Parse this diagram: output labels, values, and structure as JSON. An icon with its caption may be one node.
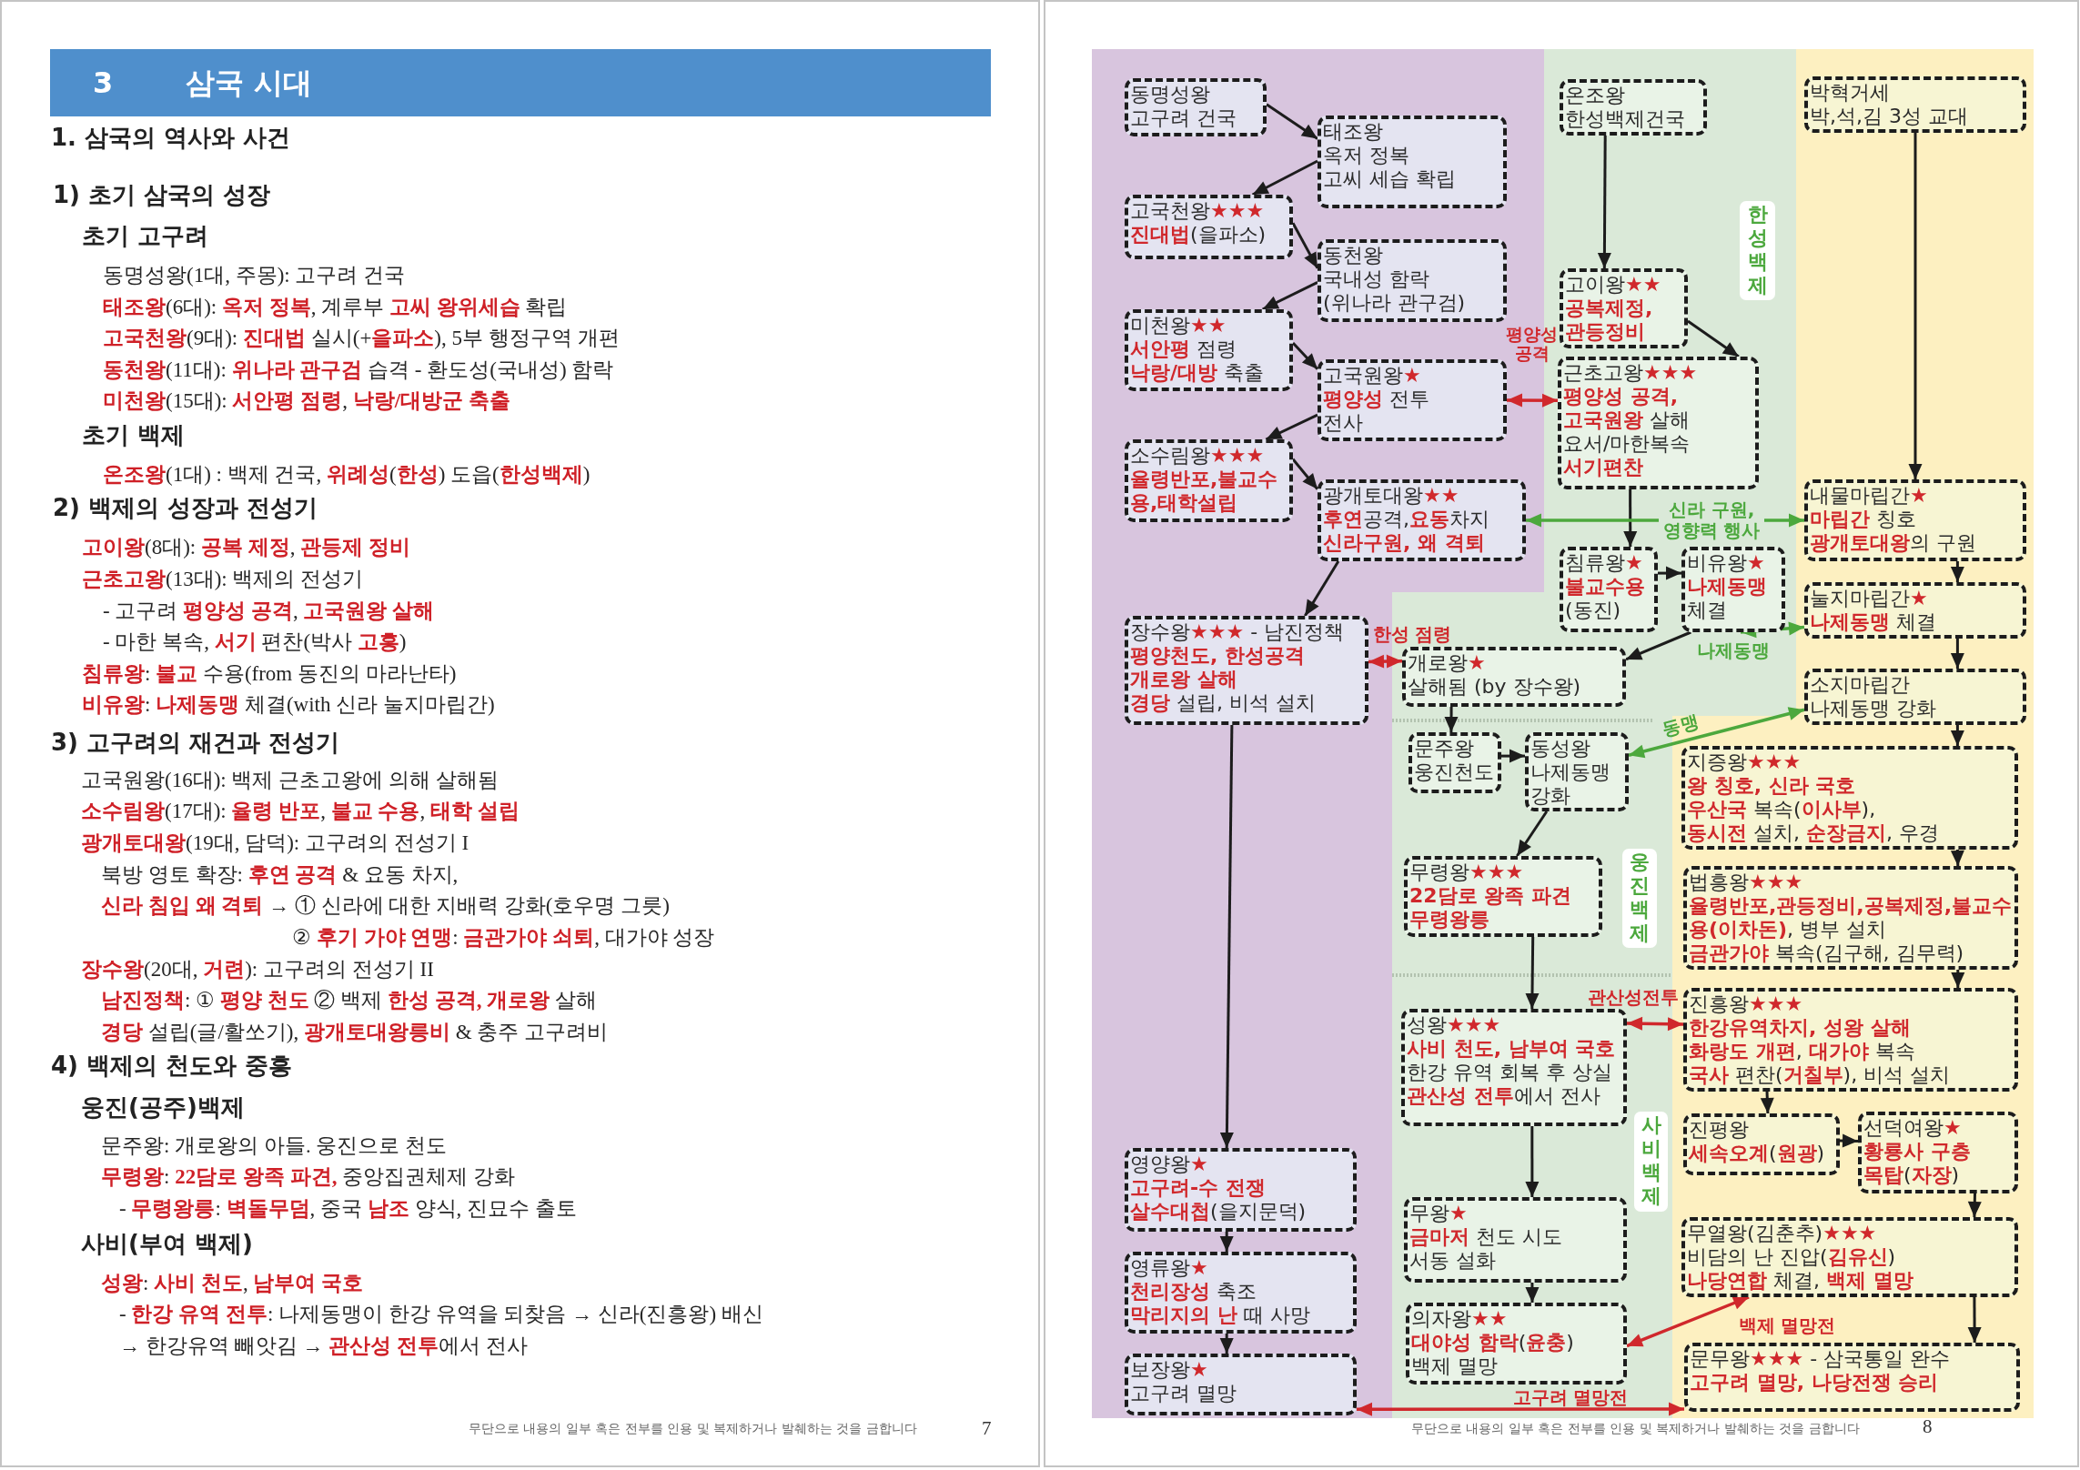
{
  "diagram": {
    "title": "삼국 시대",
    "nodes": [
      {
        "text": [
          "동명성왕",
          "고구려 건국"
        ]
      },
      {
        "text": [
          "태조왕",
          "옥저 정복",
          "고씨 세습 확립"
        ]
      },
      {
        "text": [
          "고국천왕**★★★**",
          "**진대법**(을파소)"
        ]
      },
      {
        "text": [
          "동천왕",
          "국내성 함락",
          "(위나라 관구검)"
        ]
      },
      {
        "text": [
          "미천왕**★★**",
          "**서안평** 점령",
          "**낙랑/대방** 축출"
        ]
      },
      {
        "text": [
          "고국원왕**★**",
          "**평양성** 전투",
          "전사"
        ]
      },
      {
        "text": [
          "소수림왕**★★★**",
          "**율령반포,불교수용,태학설립**"
        ]
      },
      {
        "text": [
          "광개토대왕**★★**",
          "**후연**공격,**요동**차지",
          "**신라구원, 왜 격퇴**"
        ]
      },
      {
        "text": [
          "장수왕**★★★** - 남진정책",
          "**평양천도, 한성공격**",
          "**개로왕 살해**",
          "**경당** 설립, 비석 설치"
        ]
      },
      {
        "text": [
          "영양왕**★**",
          "**고구려-수 전쟁**",
          "**살수대첩**(을지문덕)"
        ]
      },
      {
        "text": [
          "영류왕**★**",
          "**천리장성** 축조",
          "**막리지의 난** 때 사망"
        ]
      },
      {
        "text": [
          "보장왕**★**",
          "고구려 멸망"
        ]
      },
      {
        "text": [
          "온조왕",
          "한성백제건국"
        ]
      },
      {
        "text": [
          "고이왕**★★**",
          "**공복제정,**",
          "**관등정비**"
        ]
      },
      {
        "text": [
          "근초고왕**★★★**",
          "**평양성 공격,**",
          "**고국원왕** 살해",
          "요서/마한복속",
          "**서기편찬**"
        ]
      },
      {
        "text": [
          "침류왕**★**",
          "**불교수용**",
          "(동진)"
        ]
      },
      {
        "text": [
          "비유왕**★**",
          "**나제동맹**",
          "체결"
        ]
      },
      {
        "text": [
          "개로왕**★**",
          "살해됨 (by 장수왕)"
        ]
      },
      {
        "text": [
          "문주왕",
          "웅진천도"
        ]
      },
      {
        "text": [
          "동성왕",
          "나제동맹",
          "강화"
        ]
      },
      {
        "text": [
          "무령왕**★★★**",
          "**22담로 왕족 파견**",
          "**무령왕릉**"
        ]
      },
      {
        "text": [
          "성왕**★★★**",
          "**사비 천도, 남부여 국호**",
          "한강 유역 회복 후 상실",
          "**관산성 전투**에서 전사"
        ]
      },
      {
        "text": [
          "무왕**★**",
          "**금마저** 천도 시도",
          "서동 설화"
        ]
      },
      {
        "text": [
          "의자왕**★★**",
          "**대야성 함락**(**윤충**)",
          "백제 멸망"
        ]
      },
      {
        "text": [
          "한성백제"
        ]
      },
      {
        "text": [
          "웅진백제"
        ]
      },
      {
        "text": [
          "사비백제"
        ]
      },
      {
        "text": [
          "박혁거세",
          "박,석,김 3성 교대"
        ]
      },
      {
        "text": [
          "내물마립간**★**",
          "**마립간** 칭호",
          "**광개토대왕**의 구원"
        ]
      },
      {
        "text": [
          "눌지마립간**★**",
          "**나제동맹** 체결"
        ]
      },
      {
        "text": [
          "소지마립간",
          "나제동맹 강화"
        ]
      },
      {
        "text": [
          "지증왕**★★★**",
          "**왕 칭호, 신라 국호**",
          "**우산국** 복속(**이사부**),",
          "**동시전** 설치, **순장금지**, 우경"
        ]
      },
      {
        "text": [
          "법흥왕**★★★**",
          "**율령반포,관등정비,공복제정,불교수용(이차돈)**, 병부 설치",
          "**금관가야** 복속(김구해, 김무력)"
        ]
      },
      {
        "text": [
          "진흥왕**★★★**",
          "**한강유역차지, 성왕 살해**",
          "**화랑도 개편**, **대가야** 복속",
          "**국사** 편찬(**거칠부**), 비석 설치"
        ]
      },
      {
        "text": [
          "진평왕",
          "**세속오계**(**원광**)"
        ]
      },
      {
        "text": [
          "선덕여왕**★**",
          "**황룡사 구층**",
          "**목탑**(**자장**)"
        ]
      },
      {
        "text": [
          "무열왕(김춘추)**★★★**",
          "비담의 난 진압(**김유신**)",
          "**나당연합** 체결, **백제 멸망**"
        ]
      },
      {
        "text": [
          "문무왕**★★★** - 삼국통일 완수",
          "**고구려 멸망, 나당전쟁 승리**"
        ]
      }
    ],
    "edges": [
      {
        "from": 0,
        "to": 1,
        "arrow": "to"
      },
      {
        "from": 1,
        "to": 2,
        "arrow": "to"
      },
      {
        "from": 2,
        "to": 3,
        "arrow": "to"
      },
      {
        "from": 3,
        "to": 4,
        "arrow": "to"
      },
      {
        "from": 4,
        "to": 5,
        "arrow": "to"
      },
      {
        "from": 5,
        "to": 6,
        "arrow": "to"
      },
      {
        "from": 6,
        "to": 7,
        "arrow": "to"
      },
      {
        "from": 7,
        "to": 8,
        "arrow": "to"
      },
      {
        "from": 8,
        "to": 9,
        "arrow": "to"
      },
      {
        "from": 9,
        "to": 10,
        "arrow": "to"
      },
      {
        "from": 10,
        "to": 11,
        "arrow": "to"
      },
      {
        "from": 12,
        "to": 13,
        "arrow": "to"
      },
      {
        "from": 13,
        "to": 14,
        "arrow": "to"
      },
      {
        "from": 14,
        "to": 15,
        "arrow": "to"
      },
      {
        "from": 15,
        "to": 16,
        "arrow": "to"
      },
      {
        "from": 16,
        "to": 17,
        "arrow": "to"
      },
      {
        "from": 17,
        "to": 18,
        "arrow": "to"
      },
      {
        "from": 18,
        "to": 19,
        "arrow": "to"
      },
      {
        "from": 19,
        "to": 20,
        "arrow": "to"
      },
      {
        "from": 20,
        "to": 21,
        "arrow": "to"
      },
      {
        "from": 21,
        "to": 22,
        "arrow": "to"
      },
      {
        "from": 22,
        "to": 23,
        "arrow": "to"
      },
      {
        "from": 27,
        "to": 28,
        "arrow": "to"
      },
      {
        "from": 28,
        "to": 29,
        "arrow": "to"
      },
      {
        "from": 29,
        "to": 30,
        "arrow": "to"
      },
      {
        "from": 30,
        "to": 31,
        "arrow": "to"
      },
      {
        "from": 31,
        "to": 32,
        "arrow": "to"
      },
      {
        "from": 32,
        "to": 33,
        "arrow": "to"
      },
      {
        "from": 33,
        "to": 34,
        "arrow": "to"
      },
      {
        "from": 34,
        "to": 35,
        "arrow": "to"
      },
      {
        "from": 35,
        "to": 36,
        "arrow": "to"
      },
      {
        "from": 36,
        "to": 37,
        "arrow": "to"
      },
      {
        "from": 5,
        "to": 14,
        "arrow": "both",
        "label": "평양성 공격",
        "color": "#d0282c"
      },
      {
        "from": 7,
        "to": 28,
        "arrow": "both",
        "label": "신라 구원, 영향력 행사",
        "color": "#4ca83d"
      },
      {
        "from": 8,
        "to": 17,
        "arrow": "both",
        "label": "한성 점령",
        "color": "#d0282c"
      },
      {
        "from": 16,
        "to": 29,
        "arrow": "both",
        "label": "나제동맹",
        "color": "#4ca83d"
      },
      {
        "from": 19,
        "to": 30,
        "arrow": "both",
        "label": "동맹",
        "color": "#4ca83d"
      },
      {
        "from": 21,
        "to": 33,
        "arrow": "both",
        "label": "관산성전투",
        "color": "#d0282c"
      },
      {
        "from": 23,
        "to": 36,
        "arrow": "both",
        "label": "백제 멸망전",
        "color": "#d0282c"
      },
      {
        "from": 11,
        "to": 37,
        "arrow": "both",
        "label": "고구려 멸망전",
        "color": "#d0282c"
      }
    ],
    "labels": [
      "3",
      "1. 삼국의 역사와 사건",
      "1) 초기 삼국의 성장",
      "초기 고구려",
      "동명성왕(1대, 주몽): 고구려 건국",
      "**태조왕**(6대): **옥저 정복**, 계루부 **고씨 왕위세습** 확립",
      "**고국천왕**(9대): **진대법** 실시(+**을파소**), 5부 행정구역 개편",
      "**동천왕**(11대): **위나라 관구검** 습격 - 환도성(국내성) 함락",
      "**미천왕**(15대): **서안평 점령**, **낙랑/대방군 축출**",
      "초기 백제",
      "**온조왕**(1대) : 백제 건국, **위례성**(**한성**) 도읍(**한성백제**)",
      "2) 백제의 성장과 전성기",
      "**고이왕**(8대): **공복 제정**, **관등제 정비**",
      "**근초고왕**(13대): 백제의 전성기",
      "- 고구려 **평양성 공격**, **고국원왕 살해**",
      "- 마한 복속, **서기** 편찬(박사 **고흥**)",
      "**침류왕**: **불교** 수용(from 동진의 마라난타)",
      "**비유왕**: **나제동맹** 체결(with 신라 눌지마립간)",
      "3) 고구려의 재건과 전성기",
      "고국원왕(16대): 백제 근초고왕에 의해 살해됨",
      "**소수림왕**(17대): **율령 반포**, **불교 수용**, **태학 설립**",
      "**광개토대왕**(19대, 담덕): 고구려의 전성기 I",
      "북방 영토 확장: **후연 공격** & 요동 차지,",
      "**신라 침입 왜 격퇴** → ① 신라에 대한 지배력 강화(호우명 그릇)",
      "② **후기 가야 연맹**: **금관가야 쇠퇴**, 대가야 성장",
      "**장수왕**(20대, **거련**): 고구려의 전성기 II",
      "**남진정책**: ① **평양 천도** ② 백제 **한성 공격,** **개로왕** 살해",
      "**경당** 설립(글/활쏘기), **광개토대왕릉비** & 충주 고구려비",
      "4) 백제의 천도와 중흥",
      "웅진(공주)백제",
      "문주왕: 개로왕의 아들. 웅진으로 천도",
      "**무령왕**: **22담로 왕족 파견,** 중앙집권체제 강화",
      "- **무령왕릉**: **벽돌무덤**, 중국 **남조** 양식, 진묘수 출토",
      "사비(부여 백제)",
      "**성왕**: **사비 천도**, **남부여 국호**",
      "- **한강 유역 전투**: 나제동맹이 한강 유역을 되찾음 → 신라(진흥왕) 배신",
      "→ 한강유역 빼앗김 → **관산성 전투**에서 전사",
      "무단으로 내용의 일부 혹은 전부를 인용 및 복제하거나 발췌하는 것을 금합니다",
      "7",
      "무단으로 내용의 일부 혹은 전부를 인용 및 복제하거나 발췌하는 것을 금합니다",
      "8"
    ]
  }
}
